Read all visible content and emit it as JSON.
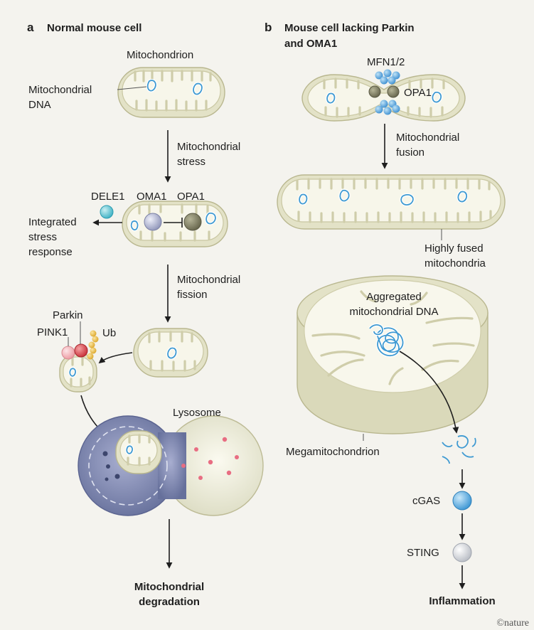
{
  "panel_a": {
    "letter": "a",
    "title": "Normal mouse cell",
    "mitochondrion_label": "Mitochondrion",
    "mtdna_label_line1": "Mitochondrial",
    "mtdna_label_line2": "DNA",
    "stress_line1": "Mitochondrial",
    "stress_line2": "stress",
    "dele1": "DELE1",
    "oma1": "OMA1",
    "opa1": "OPA1",
    "isr_line1": "Integrated",
    "isr_line2": "stress",
    "isr_line3": "response",
    "fission_line1": "Mitochondrial",
    "fission_line2": "fission",
    "parkin": "Parkin",
    "pink1": "PINK1",
    "ub": "Ub",
    "lysosome": "Lysosome",
    "degradation_line1": "Mitochondrial",
    "degradation_line2": "degradation"
  },
  "panel_b": {
    "letter": "b",
    "title_line1": "Mouse cell lacking Parkin",
    "title_line2": "and OMA1",
    "mfn": "MFN1/2",
    "opa1": "OPA1",
    "fusion_line1": "Mitochondrial",
    "fusion_line2": "fusion",
    "fused_line1": "Highly fused",
    "fused_line2": "mitochondria",
    "aggregated_line1": "Aggregated",
    "aggregated_line2": "mitochondrial DNA",
    "megamito": "Megamitochondrion",
    "cgas": "cGAS",
    "sting": "STING",
    "inflammation": "Inflammation"
  },
  "credit": "©nature",
  "colors": {
    "background": "#f4f3ee",
    "membrane": "#e3e2c7",
    "matrix": "#f7f6ea",
    "dna": "#3f9ad2",
    "mfn": "#3d8fd1",
    "dele1": "#5cc2cf",
    "oma1": "#a7acc9",
    "opa1": "#7b7a60",
    "parkin": "#d9434a",
    "pink1": "#f2a7ad",
    "ubiquitin": "#e6b532",
    "cgas": "#54a9dd",
    "sting": "#d6d9de",
    "autophagosome": "#7f86aa",
    "lysosome_dots": "#e86d82"
  }
}
